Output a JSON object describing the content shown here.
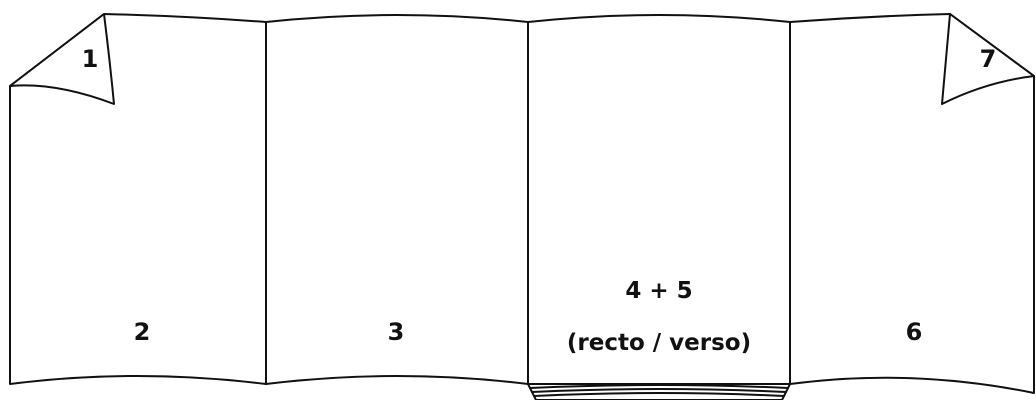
{
  "labels": {
    "corner_left": "1",
    "corner_right": "7",
    "page_2": "2",
    "page_3": "3",
    "page_45": "4 + 5",
    "page_45_note": "(recto / verso)",
    "page_6": "6"
  }
}
